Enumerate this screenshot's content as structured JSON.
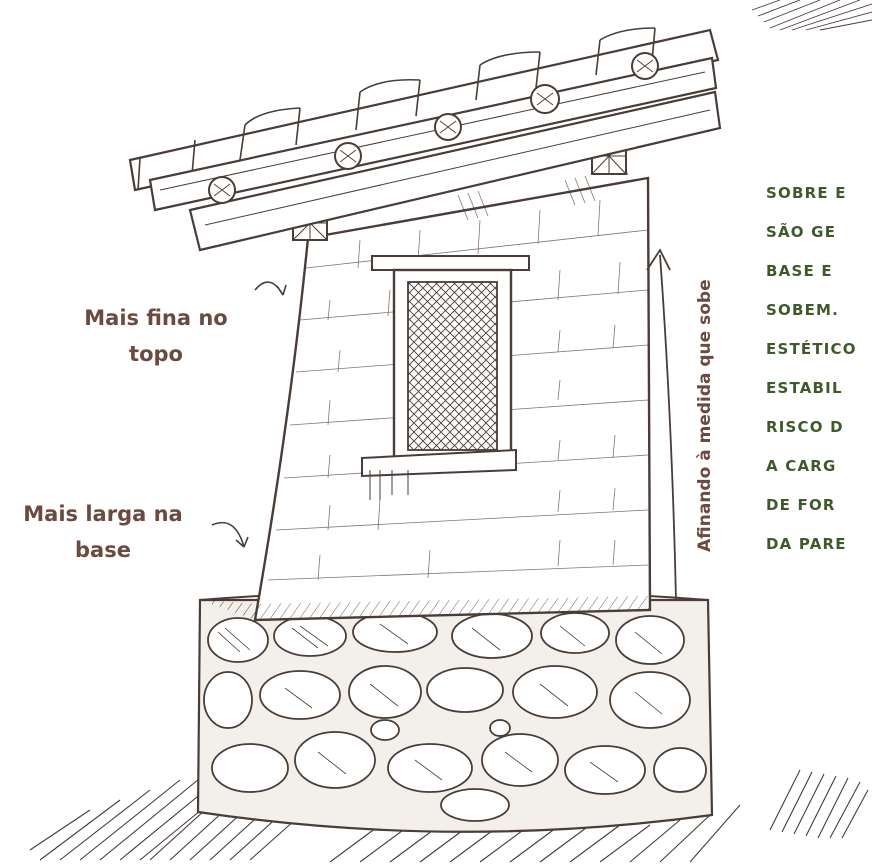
{
  "colors": {
    "ink": "#4a3c37",
    "label_brown": "#6b4a3f",
    "side_text_green": "#3e5a2b",
    "fill_light": "#f3f0eb"
  },
  "labels": {
    "callout_top": "Mais fina no topo",
    "callout_base": "Mais larga na base",
    "taper_arrow": "Afinando à medida que sobe"
  },
  "side_text_lines": [
    "Sobre e",
    "são ge",
    "base e",
    "sobem.",
    "estético",
    "estabil",
    "risco d",
    "a carg",
    "de for",
    "da pare"
  ]
}
